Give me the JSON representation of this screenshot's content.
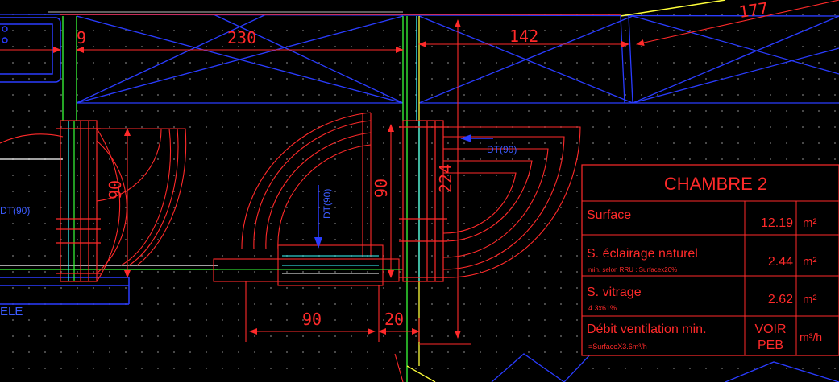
{
  "drawing": {
    "dimensions": {
      "d9": "9",
      "d230": "230",
      "d142": "142",
      "d177": "177",
      "d90_left": "90",
      "d90_mid": "90",
      "d224": "224",
      "d90_bottom": "90",
      "d20": "20"
    },
    "tags": {
      "dt_right": "DT(90)",
      "dt_mid": "DT(90)",
      "dt_left": "DT(90)",
      "ele": "ELE"
    }
  },
  "room_table": {
    "title": "CHAMBRE 2",
    "rows": [
      {
        "label": "Surface",
        "note": "",
        "value": "12.19",
        "unit": "m²"
      },
      {
        "label": "S. éclairage naturel",
        "note": "min. selon RRU : Surfacex20%",
        "value": "2.44",
        "unit": "m²"
      },
      {
        "label": "S. vitrage",
        "note": "4.3x61%",
        "value": "2.62",
        "unit": "m²"
      },
      {
        "label": "Débit ventilation min.",
        "note": "=SurfaceX3.6m³/h",
        "value": "VOIR PEB",
        "value_line1": "VOIR",
        "value_line2": "PEB",
        "unit": "m³/h"
      }
    ]
  },
  "colors": {
    "background": "#000000",
    "red": "#ff2a2a",
    "blue": "#2a3cff",
    "green": "#39ff39",
    "cyan": "#39ffff",
    "white": "#ffffff",
    "yellow": "#ffff3a"
  }
}
